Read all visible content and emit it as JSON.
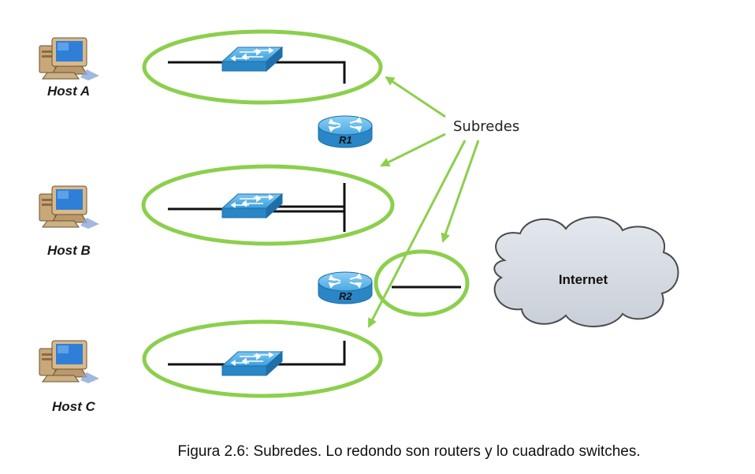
{
  "hosts": [
    {
      "label": "Host A"
    },
    {
      "label": "Host B"
    },
    {
      "label": "Host C"
    }
  ],
  "routers": [
    {
      "label": "R1"
    },
    {
      "label": "R2"
    }
  ],
  "callout_label": "Subredes",
  "internet_label": "Internet",
  "caption": "Figura 2.6: Subredes. Lo redondo son routers y lo cuadrado switches.",
  "colors": {
    "subnet_ring": "#8ccf4d",
    "arrow": "#8ccf4d",
    "device_blue": "#2f8fd0",
    "cloud_fill": "#d8dde4",
    "cloud_stroke": "#4a4a4a"
  },
  "icons": [
    "computer-icon",
    "switch-icon",
    "router-icon",
    "cloud-icon"
  ]
}
